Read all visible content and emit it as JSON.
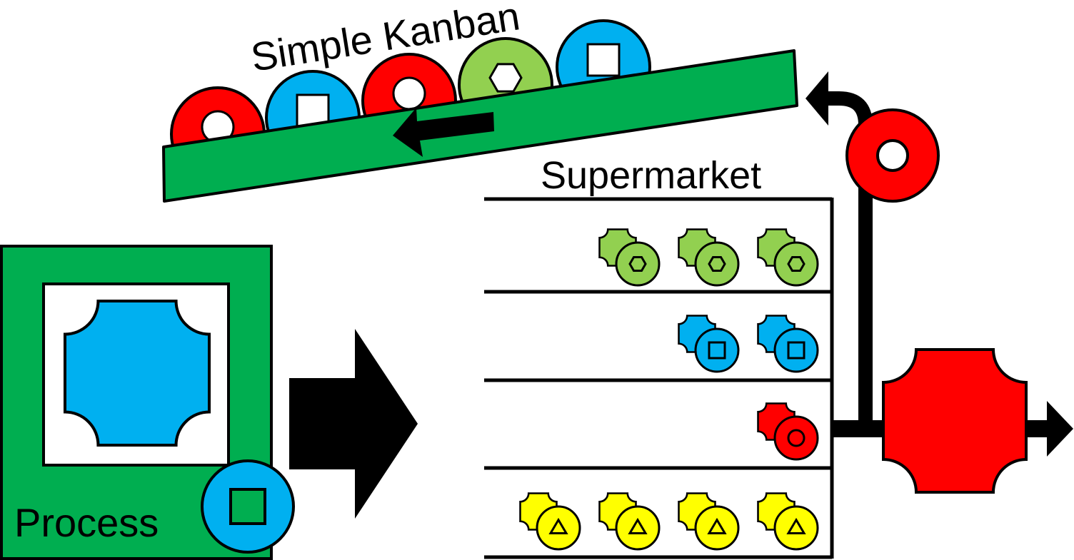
{
  "labels": {
    "kanban_title": "Simple Kanban",
    "supermarket": "Supermarket",
    "process": "Process"
  },
  "colors": {
    "green_dark": "#00AE50",
    "green_light": "#92D050",
    "blue": "#00B0F0",
    "red": "#FF0000",
    "yellow": "#FFFF00",
    "black": "#000000",
    "white": "#FFFFFF"
  },
  "kanban_cards": [
    {
      "color": "red",
      "symbol": "circle"
    },
    {
      "color": "blue",
      "symbol": "square"
    },
    {
      "color": "red",
      "symbol": "circle"
    },
    {
      "color": "green_light",
      "symbol": "hexagon"
    },
    {
      "color": "blue",
      "symbol": "square"
    }
  ],
  "supermarket_shelves": [
    {
      "color": "green_light",
      "symbol": "hexagon",
      "count": 3
    },
    {
      "color": "blue",
      "symbol": "square",
      "count": 2
    },
    {
      "color": "red",
      "symbol": "circle",
      "count": 1
    },
    {
      "color": "yellow",
      "symbol": "triangle",
      "count": 4
    }
  ],
  "process": {
    "part_color": "blue",
    "kanban_color": "blue",
    "kanban_symbol": "square"
  },
  "withdrawn_kanban": {
    "color": "red",
    "symbol": "circle"
  },
  "outgoing_part": {
    "color": "red"
  }
}
